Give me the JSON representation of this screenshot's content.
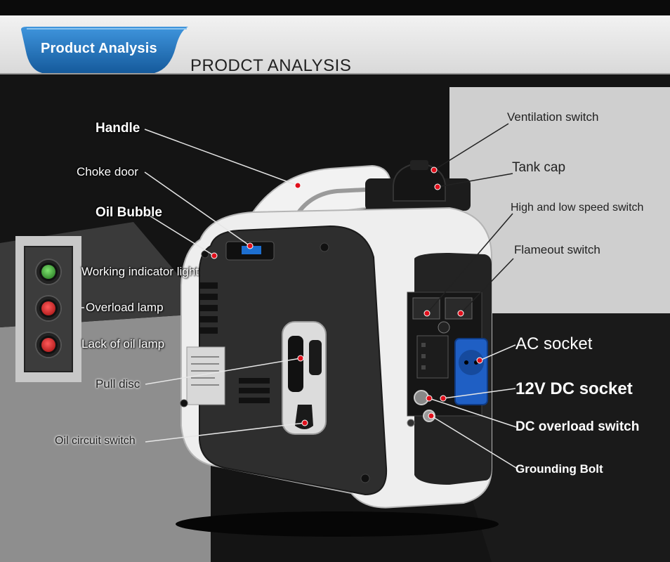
{
  "header": {
    "tab_label": "Product Analysis",
    "title": "PRODCT ANALYSIS"
  },
  "colors": {
    "accent_blue": "#1e6fb8",
    "marker_red": "#e0101c",
    "socket_blue": "#1f5fc4"
  },
  "callouts": {
    "handle": "Handle",
    "choke_door": "Choke door",
    "oil_bubble": "Oil Bubble",
    "working_indicator": "Working indicator light",
    "overload_lamp": "Overload lamp",
    "lack_of_oil": "Lack of oil lamp",
    "pull_disc": "Pull disc",
    "oil_circuit": "Oil circuit switch",
    "ventilation": "Ventilation switch",
    "tank_cap": "Tank cap",
    "speed_switch": "High and low speed switch",
    "flameout": "Flameout switch",
    "ac_socket": "AC socket",
    "dc_socket": "12V DC socket",
    "dc_overload": "DC overload switch",
    "grounding": "Grounding Bolt"
  }
}
